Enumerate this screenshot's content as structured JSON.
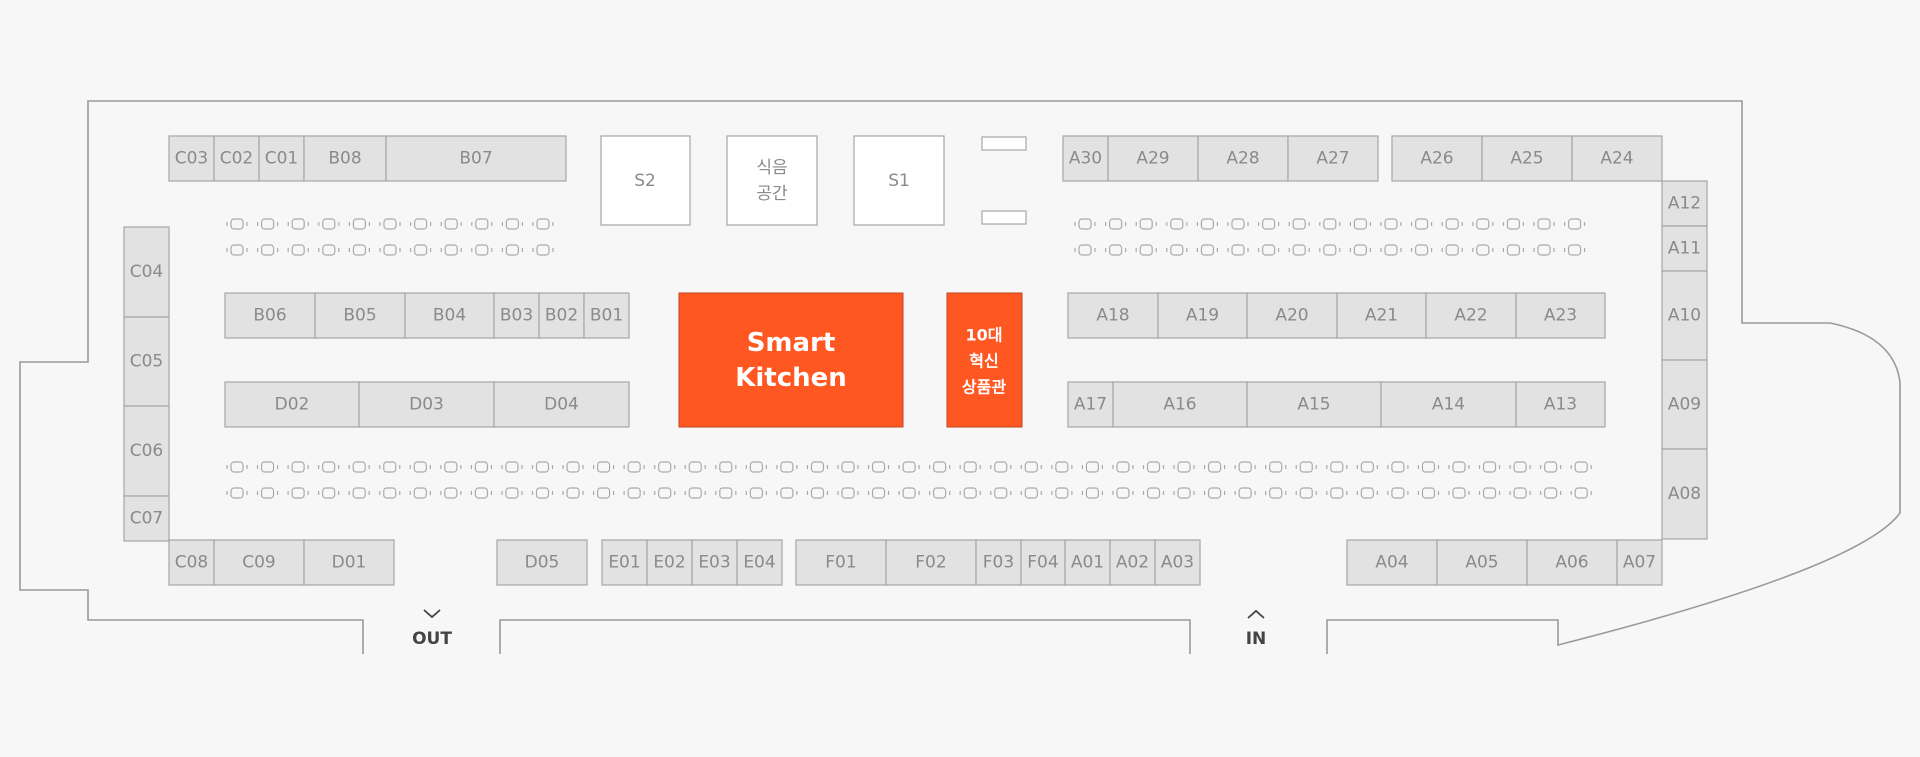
{
  "colors": {
    "background": "#f8f7f7",
    "outline": "#9a9a9a",
    "booth_fill": "#e2e2e2",
    "booth_stroke": "#a6a6a6",
    "booth_text": "#8a8a8a",
    "highlight": "#ff5722",
    "seat": "#aaaaaa"
  },
  "booths": {
    "top_left": [
      "C03",
      "C02",
      "C01",
      "B08",
      "B07"
    ],
    "left_column": [
      "C04",
      "C05",
      "C06",
      "C07"
    ],
    "row_b": [
      "B06",
      "B05",
      "B04",
      "B03",
      "B02",
      "B01"
    ],
    "row_d": [
      "D02",
      "D03",
      "D04"
    ],
    "bottom_left": [
      "C08",
      "C09",
      "D01"
    ],
    "bottom_d05": [
      "D05"
    ],
    "bottom_e": [
      "E01",
      "E02",
      "E03",
      "E04"
    ],
    "bottom_f": [
      "F01",
      "F02",
      "F03",
      "F04",
      "A01",
      "A02",
      "A03"
    ],
    "top_a_left": [
      "A30",
      "A29",
      "A28",
      "A27"
    ],
    "top_a_right": [
      "A26",
      "A25",
      "A24"
    ],
    "right_column": [
      "A12",
      "A11",
      "A10",
      "A09",
      "A08"
    ],
    "row_a18": [
      "A18",
      "A19",
      "A20",
      "A21",
      "A22",
      "A23"
    ],
    "row_a17": [
      "A17",
      "A16",
      "A15",
      "A14",
      "A13"
    ],
    "bottom_right": [
      "A04",
      "A05",
      "A06",
      "A07"
    ]
  },
  "special_areas": {
    "s2": "S2",
    "food_tasting": [
      "식음",
      "공간"
    ],
    "s1": "S1"
  },
  "highlight_zones": {
    "smart_kitchen": [
      "Smart",
      "Kitchen"
    ],
    "innovation": [
      "10대",
      "혁신",
      "상품관"
    ]
  },
  "exits": {
    "out_label": "OUT",
    "out_icon": "chevron-down-icon",
    "in_label": "IN",
    "in_icon": "chevron-up-icon"
  }
}
